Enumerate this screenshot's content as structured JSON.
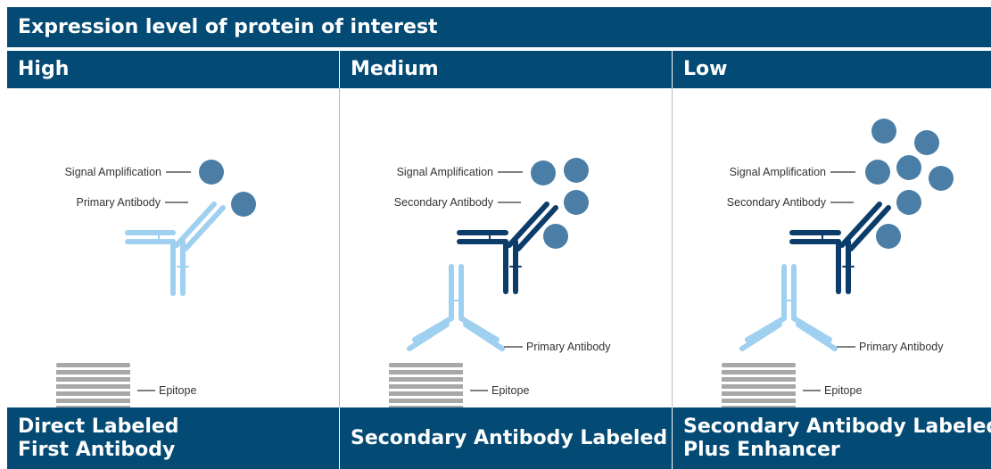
{
  "title": "Expression level of protein of interest",
  "columns": [
    {
      "header": "High",
      "footer": [
        "Direct Labeled",
        "First Antibody"
      ],
      "labels": {
        "signal": "Signal Amplification",
        "antibody": "Primary Antibody",
        "epitope": "Epitope"
      }
    },
    {
      "header": "Medium",
      "footer": [
        "Secondary Antibody Labeled"
      ],
      "labels": {
        "signal": "Signal Amplification",
        "antibody": "Secondary Antibody",
        "primary": "Primary Antibody",
        "epitope": "Epitope"
      }
    },
    {
      "header": "Low",
      "footer": [
        "Secondary Antibody Labeled",
        "Plus Enhancer"
      ],
      "labels": {
        "signal": "Signal Amplification",
        "antibody": "Secondary Antibody",
        "primary": "Primary Antibody",
        "epitope": "Epitope"
      }
    }
  ],
  "colors": {
    "header_bg": "#034a74",
    "light_antibody": "#9fd0f0",
    "dark_antibody": "#0c3d6a",
    "signal_dot": "#4a7ea6",
    "epitope": "#a7a8aa"
  }
}
